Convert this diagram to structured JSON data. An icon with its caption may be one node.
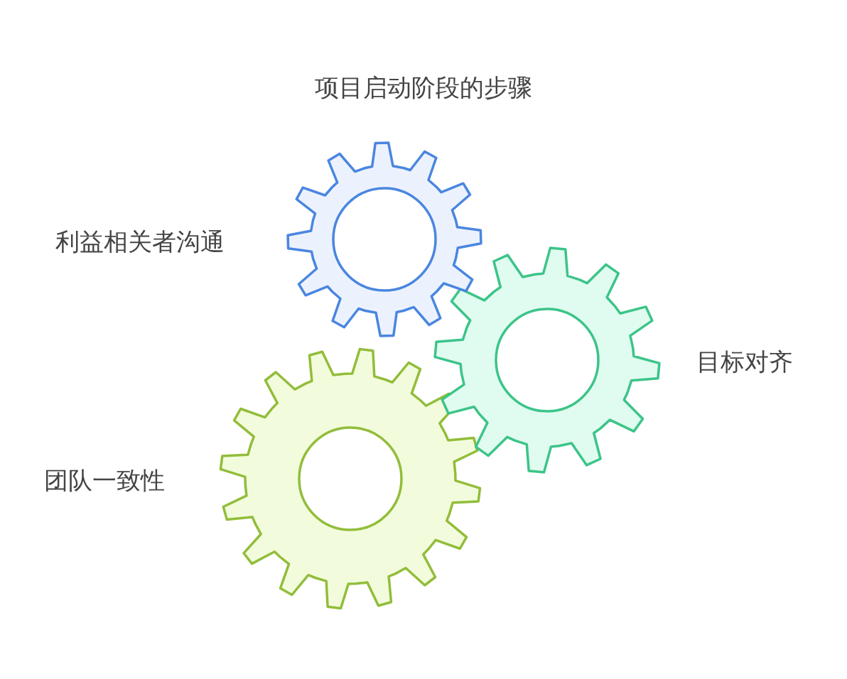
{
  "diagram": {
    "title": "项目启动阶段的步骤",
    "nodes": [
      {
        "text": [],
        "shape": "gear",
        "beside": [
          "利益相关者沟通"
        ]
      },
      {
        "text": [],
        "shape": "gear",
        "beside": [
          "目标对齐"
        ]
      },
      {
        "text": [],
        "shape": "gear",
        "beside": [
          "团队一致性"
        ]
      }
    ],
    "edges": []
  }
}
